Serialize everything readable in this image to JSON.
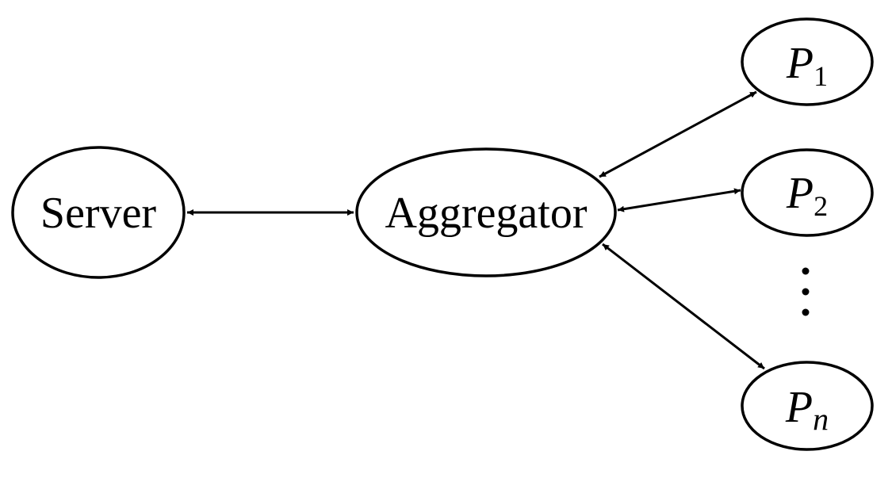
{
  "nodes": {
    "server": {
      "label": "Server"
    },
    "aggregator": {
      "label": "Aggregator"
    },
    "p1": {
      "letter": "P",
      "subscript": "1"
    },
    "p2": {
      "letter": "P",
      "subscript": "2"
    },
    "pn": {
      "letter": "P",
      "subscript": "n"
    }
  },
  "edges": [
    {
      "from": "server",
      "to": "aggregator",
      "direction": "bidirectional"
    },
    {
      "from": "aggregator",
      "to": "p1",
      "direction": "bidirectional"
    },
    {
      "from": "aggregator",
      "to": "p2",
      "direction": "bidirectional"
    },
    {
      "from": "aggregator",
      "to": "pn",
      "direction": "bidirectional"
    }
  ],
  "ellipsis": "vertical-dots",
  "colors": {
    "stroke": "#000000",
    "fill": "#ffffff"
  }
}
